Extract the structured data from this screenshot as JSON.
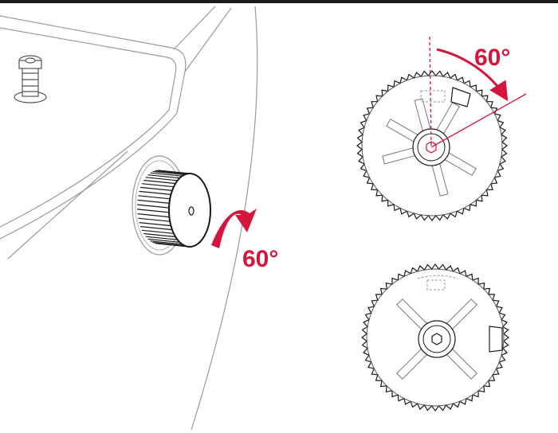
{
  "colors": {
    "accent": "#d4163c",
    "line": "#1a1a1a",
    "light_line": "#9a9a9a",
    "background": "#ffffff"
  },
  "labels": {
    "knob_rotation": "60°",
    "dial_rotation": "60°"
  },
  "icons": {
    "knob": "knurled-knob",
    "rotation": "curved-arrow",
    "screw": "hex-socket-screw",
    "hex": "hex-socket"
  }
}
